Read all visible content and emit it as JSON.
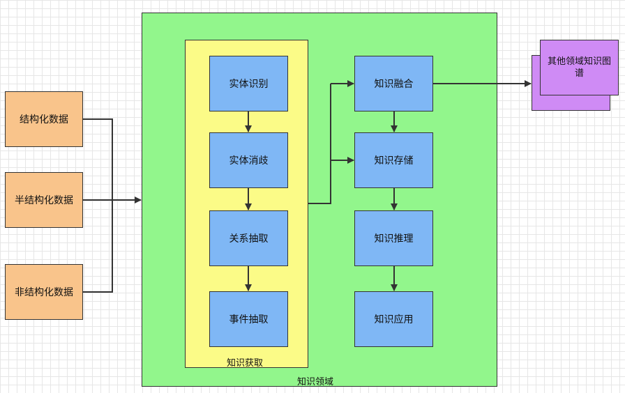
{
  "sources": {
    "structured": "结构化数据",
    "semi_structured": "半结构化数据",
    "unstructured": "非结构化数据"
  },
  "domain_region": {
    "label": "知识领域"
  },
  "acquisition_region": {
    "label": "知识获取",
    "steps": [
      "实体识别",
      "实体消歧",
      "关系抽取",
      "事件抽取"
    ]
  },
  "processing": {
    "fusion": "知识融合",
    "storage": "知识存储",
    "reasoning": "知识推理",
    "application": "知识应用"
  },
  "external": {
    "label": "其他领域知识图谱"
  },
  "colors": {
    "source_fill": "#f9c48b",
    "domain_fill": "#92f68c",
    "acquisition_fill": "#fbfb87",
    "step_fill": "#7fb7f5",
    "external_fill": "#cf8bf5",
    "line": "#333333"
  }
}
